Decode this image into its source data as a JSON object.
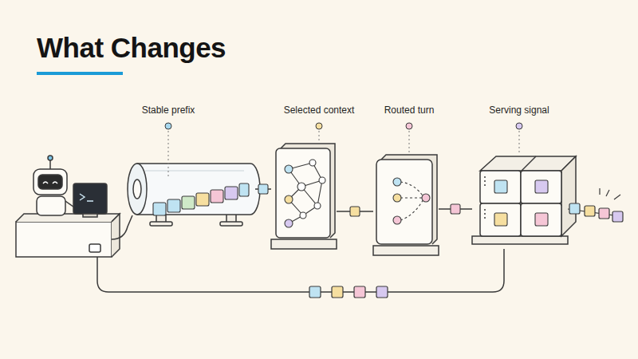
{
  "diagram": {
    "title": "What Changes",
    "nodes": [
      {
        "text": [
          "Stable prefix"
        ]
      },
      {
        "text": [
          "Selected context"
        ]
      },
      {
        "text": [
          "Routed turn"
        ]
      },
      {
        "text": [
          "Serving signal"
        ]
      }
    ],
    "edges": [
      {
        "from": 0,
        "to": 1,
        "arrow": "none"
      },
      {
        "from": 1,
        "to": 2,
        "arrow": "none"
      },
      {
        "from": 2,
        "to": 3,
        "arrow": "none"
      }
    ]
  }
}
